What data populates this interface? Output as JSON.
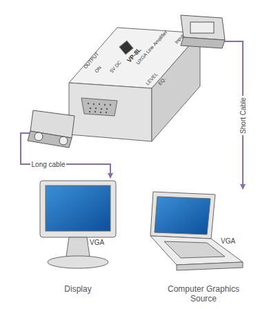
{
  "diagram": {
    "nodes": [
      {
        "text": [
          "VP-8L",
          "UXGA Line Amplifier",
          "5V DC",
          "ON",
          "OUTPUT",
          "Input",
          "LEVEL",
          "EQ."
        ]
      },
      {
        "text": [
          "Display"
        ]
      },
      {
        "text": [
          "Computer Graphics Source"
        ]
      }
    ],
    "edges": [
      {
        "from": 0,
        "to": 1,
        "arrow": "to",
        "label": "Long cable"
      },
      {
        "from": 0,
        "to": 2,
        "arrow": "to",
        "label": "Short Cable"
      }
    ],
    "labels": [
      "VGA",
      "VGA"
    ]
  }
}
